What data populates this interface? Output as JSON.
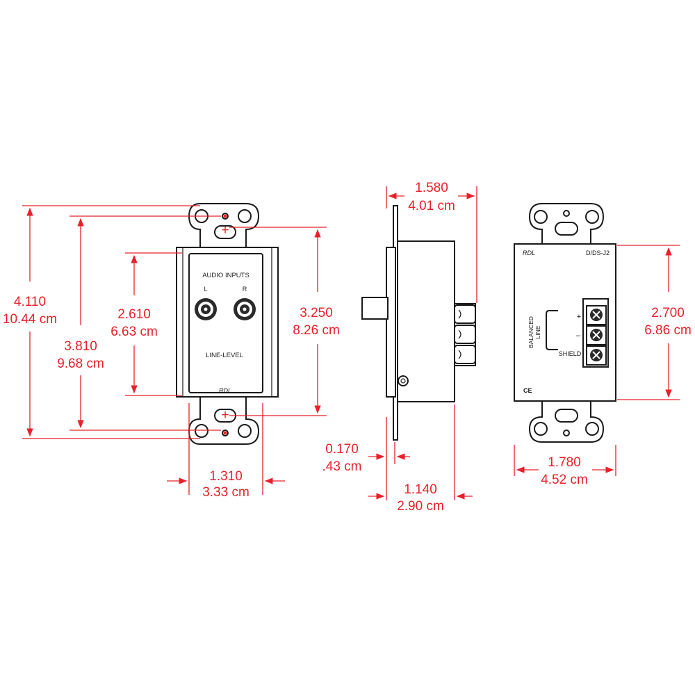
{
  "front_view": {
    "label_top": "AUDIO INPUTS",
    "label_left_channel": "L",
    "label_right_channel": "R",
    "label_bottom": "LINE-LEVEL",
    "brand": "RDL",
    "dim_overall_height": {
      "in": "4.110",
      "cm": "10.44 cm"
    },
    "dim_mount_spacing": {
      "in": "3.810",
      "cm": "9.68 cm"
    },
    "dim_faceplate_height": {
      "in": "2.610",
      "cm": "6.63 cm"
    },
    "dim_body_height": {
      "in": "3.250",
      "cm": "8.26 cm"
    },
    "dim_faceplate_width": {
      "in": "1.310",
      "cm": "3.33 cm"
    }
  },
  "side_view": {
    "dim_depth_overall": {
      "in": "1.580",
      "cm": "4.01 cm"
    },
    "dim_flange": {
      "in": "0.170",
      "cm": ".43 cm"
    },
    "dim_body_depth": {
      "in": "1.140",
      "cm": "2.90 cm"
    }
  },
  "rear_view": {
    "brand": "RDL",
    "model": "D/DS-J2",
    "label_balanced": "BALANCED",
    "label_line": "LINE",
    "label_plus": "+",
    "label_minus": "–",
    "label_shield": "SHIELD",
    "mark_ce": "CE",
    "dim_body_height": {
      "in": "2.700",
      "cm": "6.86 cm"
    },
    "dim_body_width": {
      "in": "1.780",
      "cm": "4.52 cm"
    }
  },
  "colors": {
    "dimension": "#e8202a",
    "outline": "#1a1a1a",
    "background": "#ffffff"
  }
}
